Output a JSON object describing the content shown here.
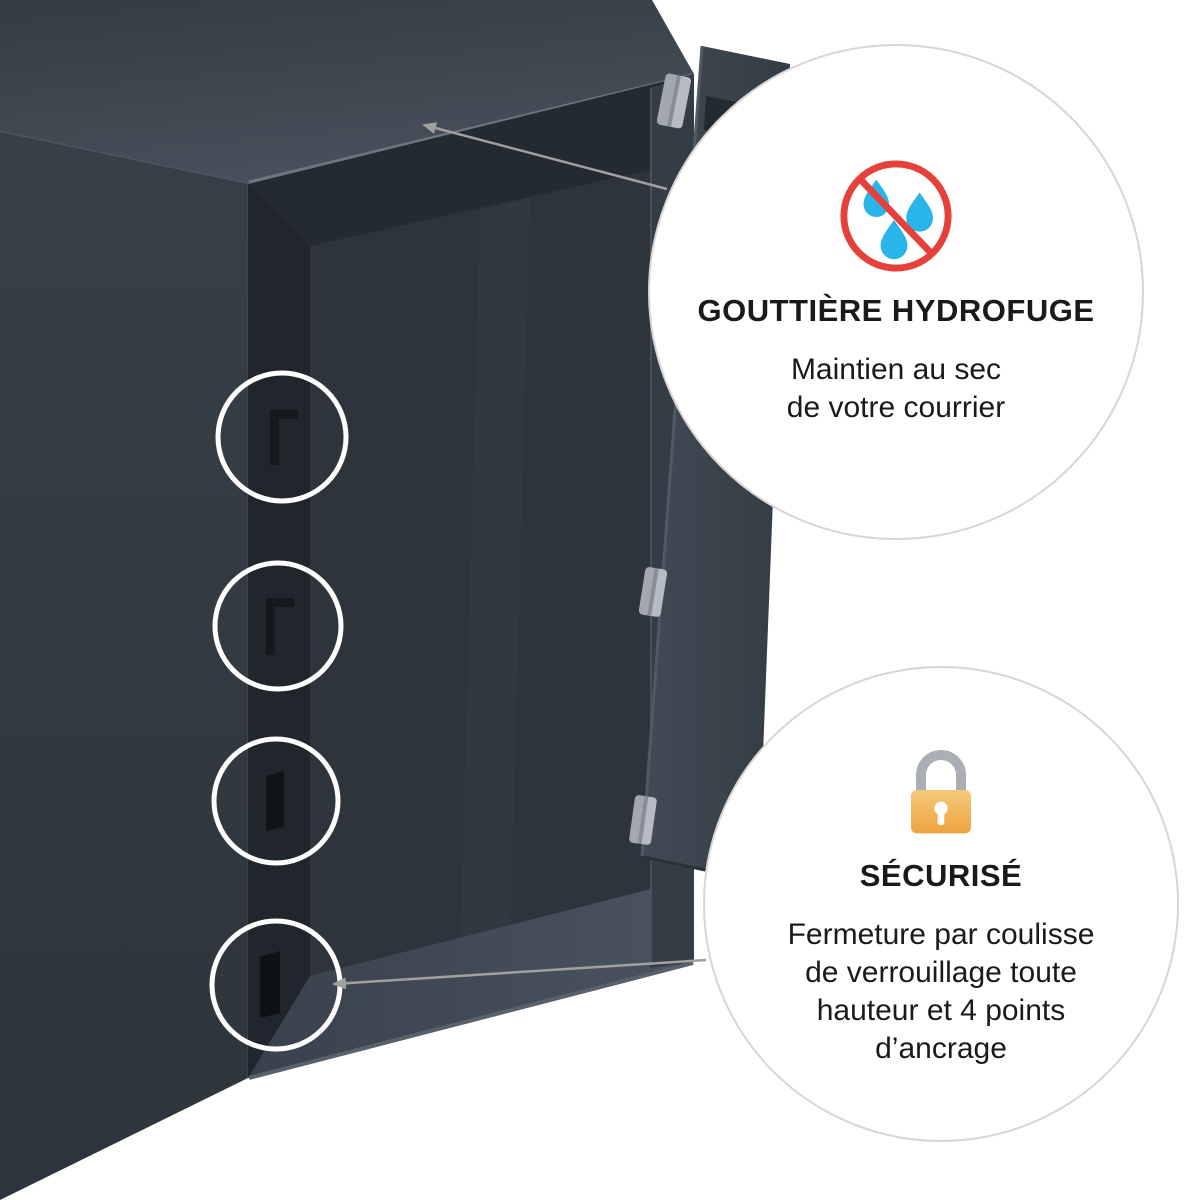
{
  "callouts": {
    "waterproof": {
      "icon": "no-water-drops-icon",
      "title": "GOUTTIÈRE HYDROFUGE",
      "lines": [
        "Maintien au sec",
        "de votre courrier"
      ]
    },
    "secure": {
      "icon": "padlock-icon",
      "title": "SÉCURISÉ",
      "lines": [
        "Fermeture par coulisse",
        "de verrouillage toute",
        "hauteur et 4 points",
        "d’ancrage"
      ]
    }
  },
  "illustration": {
    "subject": "anthracite letterbox open with door, four anchor-point highlights",
    "anchor_rings_count": 4
  },
  "colors": {
    "box-dark": "#333b44",
    "box-top": "#3e474f",
    "interior-dark": "#242a31",
    "drop-blue": "#2ab5ea",
    "prohibit-red": "#e5403c",
    "lock-gold": "#f0ab4c",
    "lock-shackle": "#a9afb5",
    "circle-border": "#d6d6d6",
    "arrow-gray": "#a0a0a0",
    "ring-white": "#ffffff",
    "text-dark": "#1a1a1a"
  }
}
